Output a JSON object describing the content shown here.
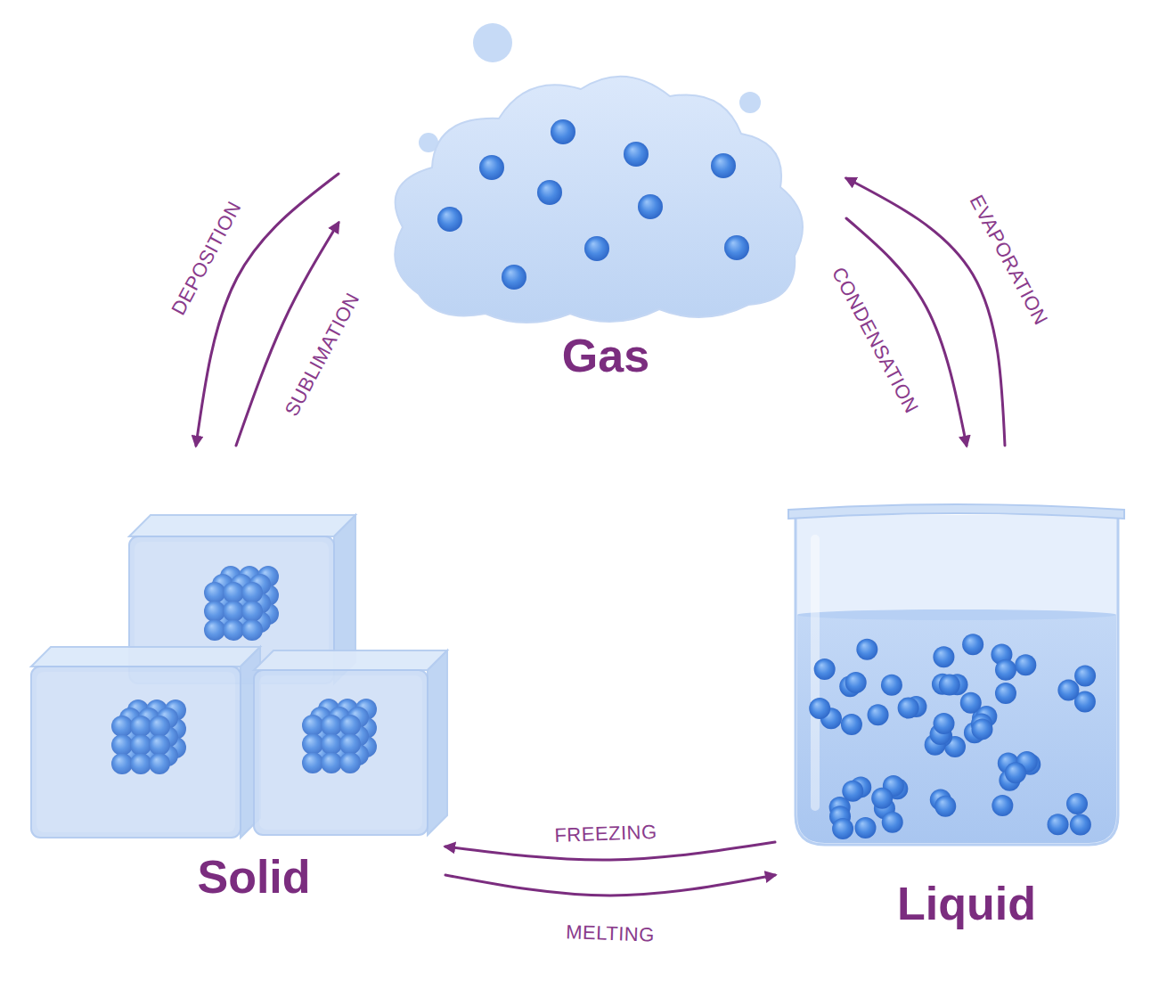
{
  "diagram": {
    "nodes": [
      {
        "text": [
          "Gas"
        ]
      },
      {
        "text": [
          "Solid"
        ]
      },
      {
        "text": [
          "Liquid"
        ]
      }
    ],
    "edges": [
      {
        "from": 0,
        "to": 1,
        "label": "DEPOSITION",
        "arrow": "to"
      },
      {
        "from": 1,
        "to": 0,
        "label": "SUBLIMATION",
        "arrow": "to"
      },
      {
        "from": 0,
        "to": 2,
        "label": "CONDENSATION",
        "arrow": "to"
      },
      {
        "from": 2,
        "to": 0,
        "label": "EVAPORATION",
        "arrow": "to"
      },
      {
        "from": 2,
        "to": 1,
        "label": "FREEZING",
        "arrow": "to"
      },
      {
        "from": 1,
        "to": 2,
        "label": "MELTING",
        "arrow": "to"
      }
    ]
  }
}
